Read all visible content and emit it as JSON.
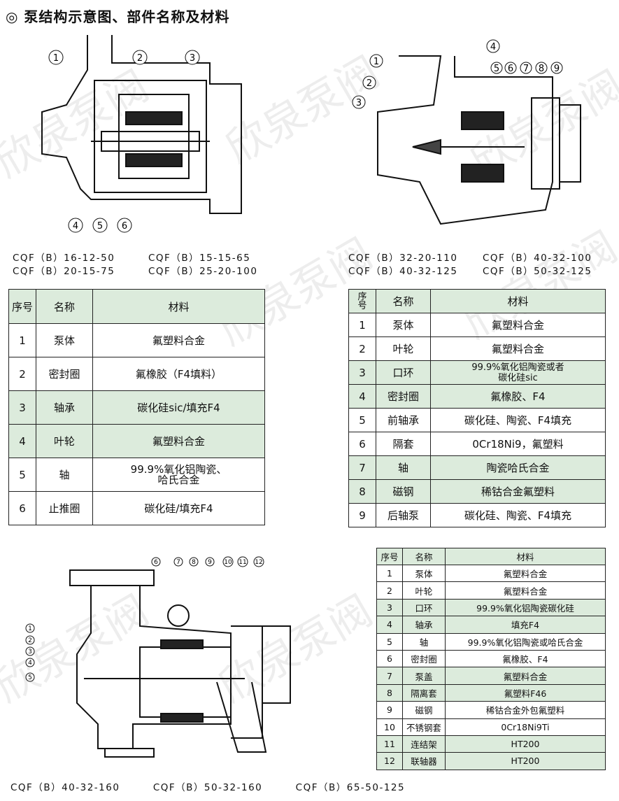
{
  "title": "◎  泵结构示意图、部件名称及材料",
  "watermark": "欣泉泵阀",
  "diagram1": {
    "labels": [
      "1",
      "2",
      "3",
      "4",
      "5",
      "6"
    ],
    "models": [
      "CQF（B）16-12-50",
      "CQF（B）15-15-65",
      "CQF（B）20-15-75",
      "CQF（B）25-20-100"
    ]
  },
  "diagram2": {
    "labels": [
      "1",
      "2",
      "3",
      "4",
      "5",
      "6",
      "7",
      "8",
      "9"
    ],
    "models": [
      "CQF（B）32-20-110",
      "CQF（B）40-32-100",
      "CQF（B）40-32-125",
      "CQF（B）50-32-125"
    ]
  },
  "diagram3": {
    "labels": [
      "1",
      "2",
      "3",
      "4",
      "5",
      "6",
      "7",
      "8",
      "9",
      "10",
      "11",
      "12"
    ],
    "models": [
      "CQF（B）40-32-160",
      "CQF（B）50-32-160",
      "CQF（B）65-50-125"
    ]
  },
  "table1": {
    "headers": [
      "序号",
      "名称",
      "材料"
    ],
    "rows": [
      [
        "1",
        "泵体",
        "氟塑料合金"
      ],
      [
        "2",
        "密封圈",
        "氟橡胶（F4填料）"
      ],
      [
        "3",
        "轴承",
        "碳化硅sic/填充F4"
      ],
      [
        "4",
        "叶轮",
        "氟塑料合金"
      ],
      [
        "5",
        "轴",
        "99.9%氧化铝陶瓷、\n哈氏合金"
      ],
      [
        "6",
        "止推圈",
        "碳化硅/填充F4"
      ]
    ]
  },
  "table2": {
    "headers": [
      "序\n号",
      "名称",
      "材料"
    ],
    "rows": [
      [
        "1",
        "泵体",
        "氟塑料合金"
      ],
      [
        "2",
        "叶轮",
        "氟塑料合金"
      ],
      [
        "3",
        "口环",
        "99.9%氧化铝陶瓷或者\n碳化硅sic"
      ],
      [
        "4",
        "密封圈",
        "氟橡胶、F4"
      ],
      [
        "5",
        "前轴承",
        "碳化硅、陶瓷、F4填充"
      ],
      [
        "6",
        "隔套",
        "0Cr18Ni9，氟塑料"
      ],
      [
        "7",
        "轴",
        "陶瓷哈氏合金"
      ],
      [
        "8",
        "磁钢",
        "稀钴合金氟塑料"
      ],
      [
        "9",
        "后轴泵",
        "碳化硅、陶瓷、F4填充"
      ]
    ]
  },
  "table3": {
    "headers": [
      "序号",
      "名称",
      "材料"
    ],
    "rows": [
      [
        "1",
        "泵体",
        "氟塑料合金"
      ],
      [
        "2",
        "叶轮",
        "氟塑料合金"
      ],
      [
        "3",
        "口环",
        "99.9%氧化铝陶瓷碳化硅"
      ],
      [
        "4",
        "轴承",
        "填充F4"
      ],
      [
        "5",
        "轴",
        "99.9%氧化铝陶瓷或哈氏合金"
      ],
      [
        "6",
        "密封圈",
        "氟橡胶、F4"
      ],
      [
        "7",
        "泵盖",
        "氟塑料合金"
      ],
      [
        "8",
        "隔离套",
        "氟塑料F46"
      ],
      [
        "9",
        "磁钢",
        "稀钴合金外包氟塑料"
      ],
      [
        "10",
        "不锈钢套",
        "0Cr18Ni9Ti"
      ],
      [
        "11",
        "连结架",
        "HT200"
      ],
      [
        "12",
        "联轴器",
        "HT200"
      ]
    ]
  },
  "colors": {
    "green": "#dcebdc"
  }
}
